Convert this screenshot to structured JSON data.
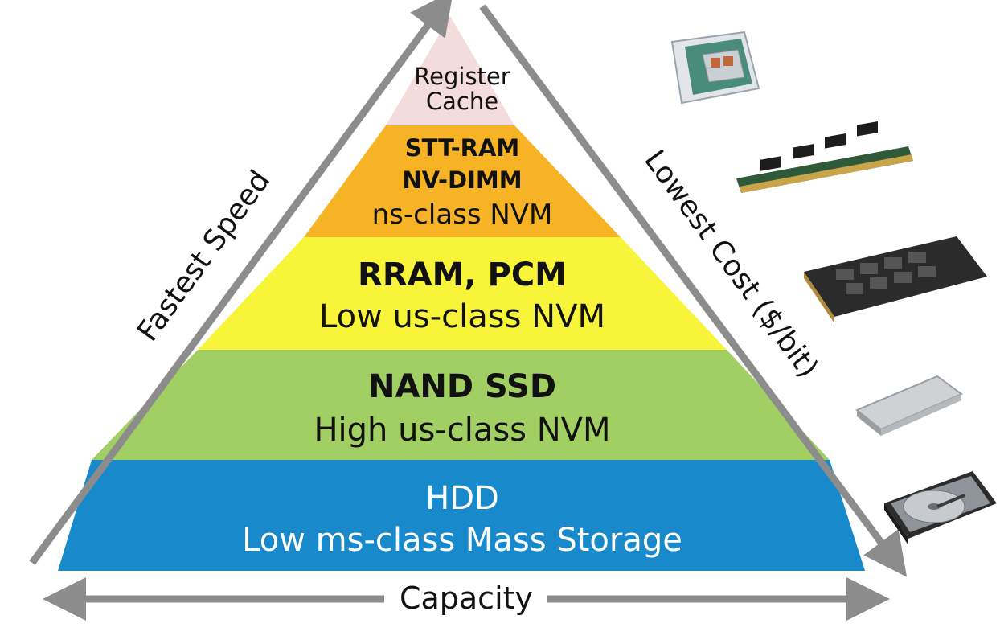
{
  "diagram": {
    "tiers": [
      {
        "id": "register-cache",
        "lines": [
          "Register",
          "Cache"
        ],
        "bold": [
          false,
          false
        ],
        "color": "#f4dcdc"
      },
      {
        "id": "ns-class-nvm",
        "lines": [
          "STT-RAM",
          "NV-DIMM",
          "ns-class NVM"
        ],
        "bold": [
          true,
          true,
          false
        ],
        "color": "#f6b326"
      },
      {
        "id": "low-us-class-nvm",
        "lines": [
          "RRAM, PCM",
          "Low us-class NVM"
        ],
        "bold": [
          true,
          false
        ],
        "color": "#f8f43a"
      },
      {
        "id": "high-us-class-nvm",
        "lines": [
          "NAND SSD",
          "High us-class NVM"
        ],
        "bold": [
          true,
          false
        ],
        "color": "#a1cf63"
      },
      {
        "id": "mass-storage",
        "lines": [
          "HDD",
          "Low ms-class Mass Storage"
        ],
        "bold": [
          false,
          false
        ],
        "color": "#1889ca"
      }
    ],
    "axes": {
      "left": "Fastest Speed",
      "right": "Lowest Cost ($/bit)",
      "bottom": "Capacity"
    },
    "devices": [
      "cpu-chip-icon",
      "dimm-module-icon",
      "nvm-board-icon",
      "ssd-drive-icon",
      "hdd-drive-icon"
    ],
    "arrow_color": "#8c8c8c"
  }
}
